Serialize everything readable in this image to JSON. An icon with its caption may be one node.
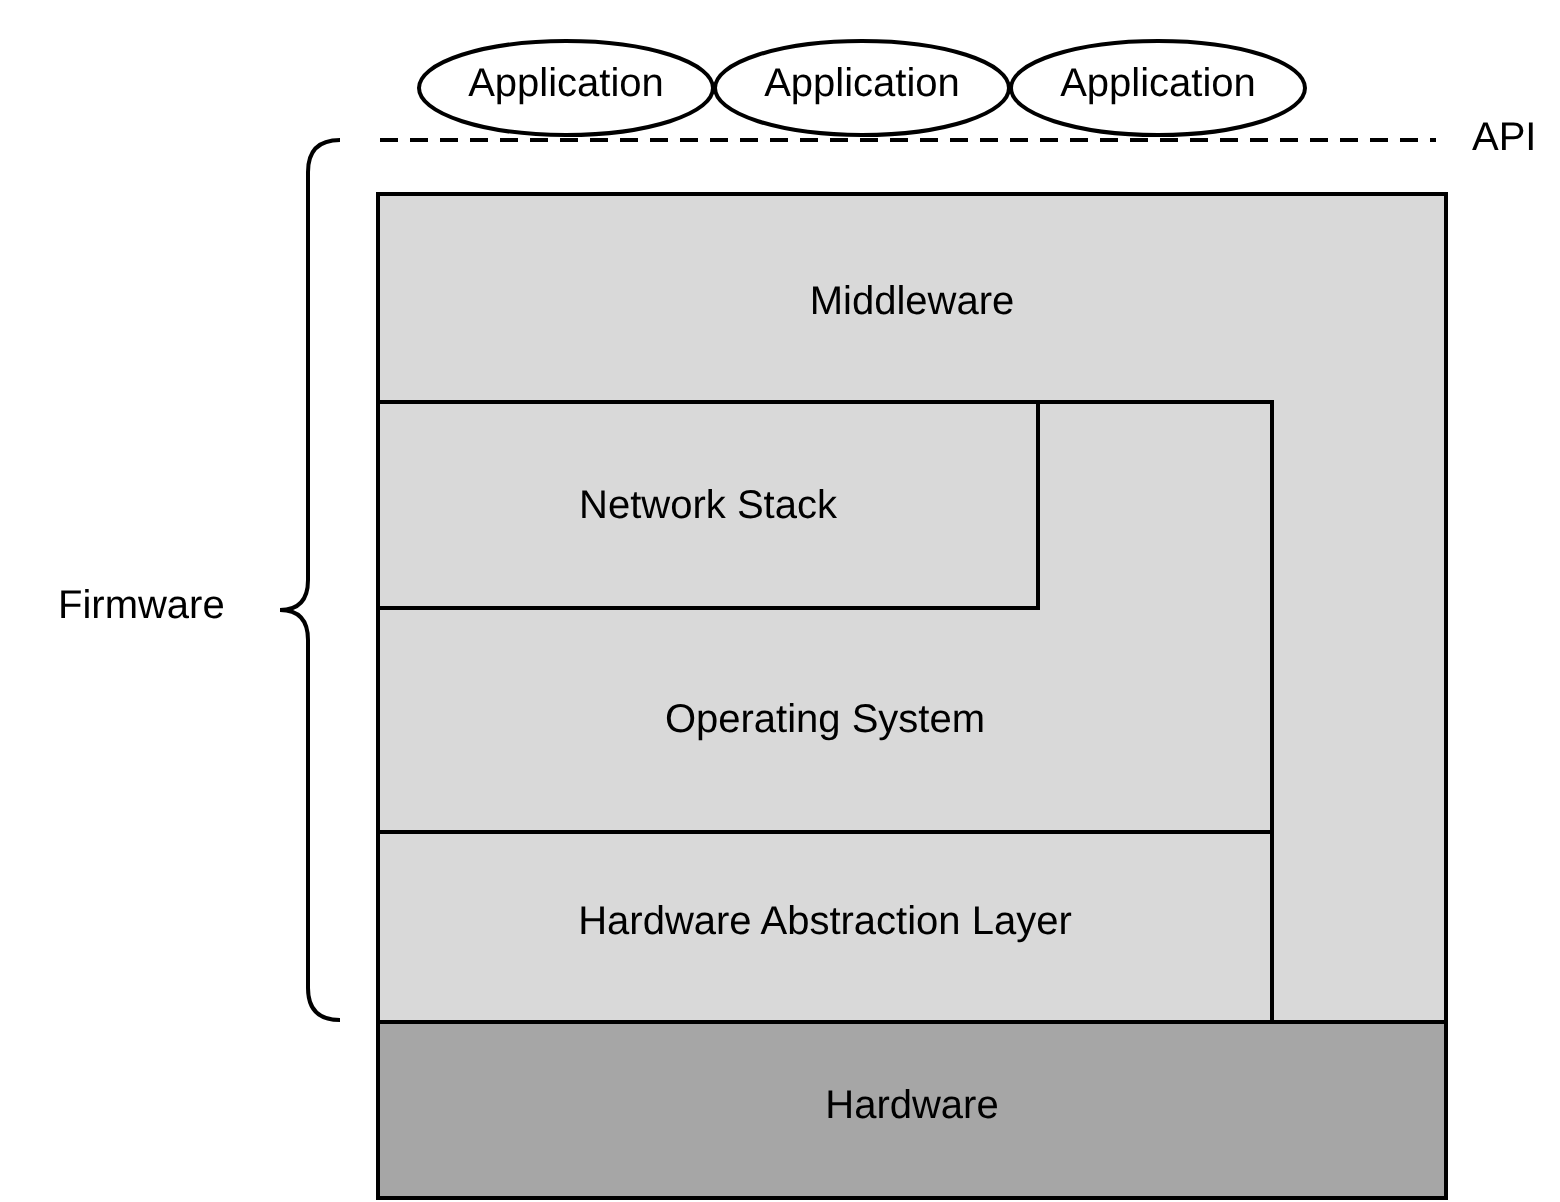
{
  "diagram": {
    "nodes": [
      {
        "text": [
          "Application"
        ]
      },
      {
        "text": [
          "Application"
        ]
      },
      {
        "text": [
          "Application"
        ]
      },
      {
        "text": [
          "Middleware"
        ]
      },
      {
        "text": [
          "Operating System"
        ],
        "in": 3
      },
      {
        "text": [
          "Network Stack"
        ],
        "in": 4
      },
      {
        "text": [
          "Hardware Abstraction Layer"
        ],
        "in": 3
      },
      {
        "text": [
          "Hardware"
        ]
      }
    ],
    "edges": [],
    "labels": [
      "API",
      "Firmware"
    ]
  }
}
